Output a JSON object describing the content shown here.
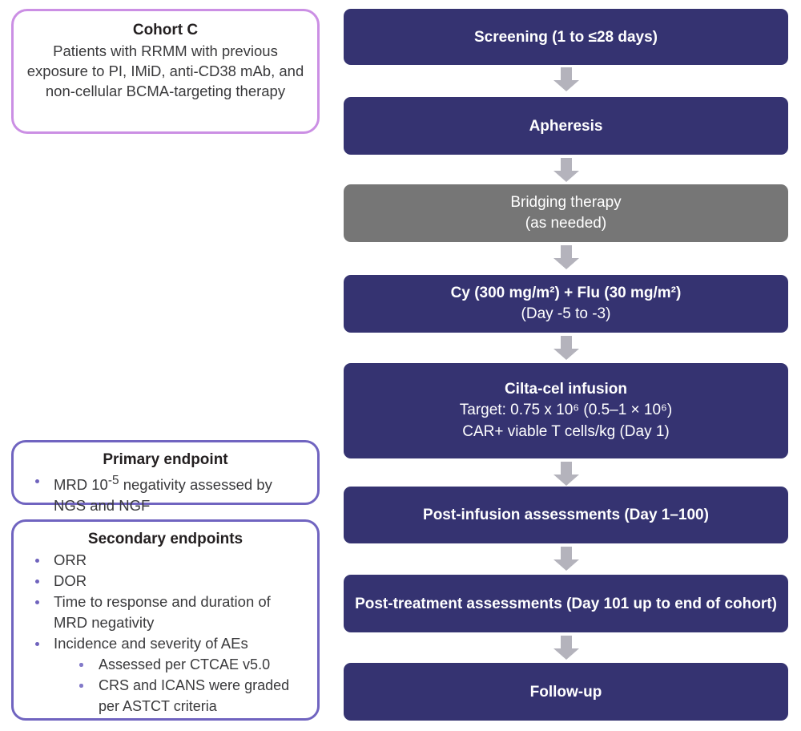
{
  "colors": {
    "flow_box": "#353371",
    "flow_box_optional": "#767676",
    "arrow": "#b4b3bc",
    "cohort_border": "#cb8fe4",
    "endpoint_border": "#7064c0",
    "bullet": "#6f63bd",
    "body_text": "#3a3a3c"
  },
  "cohort": {
    "title": "Cohort C",
    "description": "Patients with RRMM with previous exposure to PI, IMiD, anti-CD38 mAb, and non-cellular BCMA-targeting therapy"
  },
  "primary_endpoint": {
    "title": "Primary endpoint",
    "items": [
      {
        "text_before": "MRD 10",
        "superscript": "-5",
        "text_after": " negativity assessed by NGS and NGF"
      }
    ]
  },
  "secondary_endpoints": {
    "title": "Secondary endpoints",
    "items": [
      {
        "label": "ORR",
        "level": 1
      },
      {
        "label": "DOR",
        "level": 1
      },
      {
        "label": "Time to response and duration of MRD negativity",
        "level": 1
      },
      {
        "label": "Incidence and severity of AEs",
        "level": 1
      },
      {
        "label": "Assessed per CTCAE v5.0",
        "level": 2
      },
      {
        "label": "CRS and ICANS were graded per ASTCT criteria",
        "level": 2
      }
    ]
  },
  "flow": {
    "steps": [
      {
        "id": "screening",
        "style": "primary",
        "lines": [
          {
            "text": "Screening (1 to ≤28 days)",
            "emphasis": "bold"
          }
        ]
      },
      {
        "id": "apheresis",
        "style": "primary",
        "lines": [
          {
            "text": "Apheresis",
            "emphasis": "bold"
          }
        ]
      },
      {
        "id": "bridging-therapy",
        "style": "optional",
        "lines": [
          {
            "text": "Bridging therapy",
            "emphasis": "normal"
          },
          {
            "text": "(as needed)",
            "emphasis": "normal"
          }
        ]
      },
      {
        "id": "lymphodepletion",
        "style": "primary",
        "lines": [
          {
            "text": "Cy (300 mg/m²) + Flu (30 mg/m²)",
            "emphasis": "bold"
          },
          {
            "text": "(Day -5 to -3)",
            "emphasis": "normal"
          }
        ]
      },
      {
        "id": "cilta-cel-infusion",
        "style": "primary",
        "lines": [
          {
            "text": "Cilta-cel infusion",
            "emphasis": "bold"
          },
          {
            "text": "Target: 0.75 x 10⁶ (0.5–1 × 10⁶)",
            "emphasis": "normal"
          },
          {
            "text": "CAR+ viable T cells/kg (Day 1)",
            "emphasis": "normal"
          }
        ]
      },
      {
        "id": "post-infusion-assessments",
        "style": "primary",
        "lines": [
          {
            "text": "Post-infusion assessments (Day 1–100)",
            "emphasis": "bold"
          }
        ]
      },
      {
        "id": "post-treatment-assessments",
        "style": "primary",
        "lines": [
          {
            "text": "Post-treatment assessments (Day 101 up to end of cohort)",
            "emphasis": "bold"
          }
        ]
      },
      {
        "id": "follow-up",
        "style": "primary",
        "lines": [
          {
            "text": "Follow-up",
            "emphasis": "bold"
          }
        ]
      }
    ]
  }
}
